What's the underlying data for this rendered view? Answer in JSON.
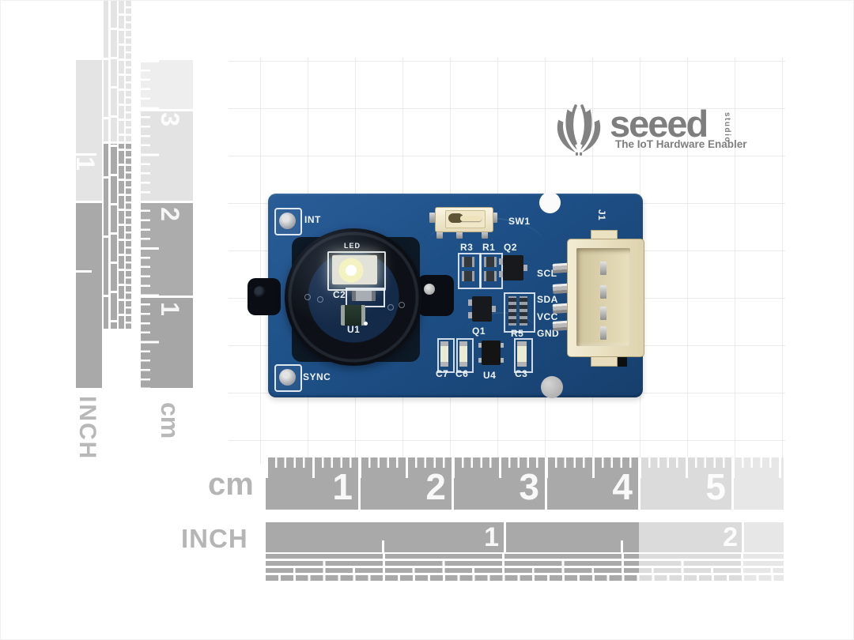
{
  "logo": {
    "brand": "seeed",
    "studio": "studio",
    "tagline": "The IoT Hardware Enabler"
  },
  "board": {
    "corner_labels": {
      "top_left": "INT",
      "bottom_left": "SYNC"
    },
    "components": {
      "led": "LED",
      "c2": "C2",
      "u1": "U1",
      "switch": "SW1",
      "r3": "R3",
      "r1": "R1",
      "q2": "Q2",
      "q1": "Q1",
      "r5": "R5",
      "c7": "C7",
      "c6": "C6",
      "u4": "U4",
      "c3": "C3",
      "connector": "J1"
    },
    "pins": [
      "SCL",
      "SDA",
      "VCC",
      "GND"
    ]
  },
  "rulers": {
    "bottom_cm": {
      "label": "cm",
      "numbers": [
        "1",
        "2",
        "3",
        "4",
        "5"
      ]
    },
    "bottom_inch": {
      "label": "INCH",
      "numbers": [
        "1",
        "2"
      ]
    },
    "left_cm": {
      "label": "cm",
      "numbers": [
        "3",
        "2",
        "1"
      ]
    },
    "left_inch": {
      "label": "INCH",
      "numbers": [
        "1"
      ]
    }
  },
  "colors": {
    "pcb_blue": "#1d4f86",
    "ruler_dark": "#a9a9a9",
    "ruler_light": "#dcdcdc",
    "connector_beige": "#eae1c3",
    "logo_gray": "#7e7e7e",
    "silkscreen_white": "#eef3f7"
  }
}
